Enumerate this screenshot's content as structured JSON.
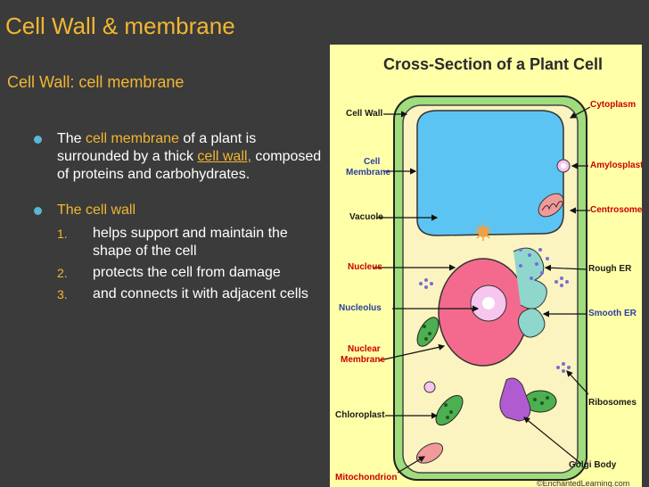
{
  "slide": {
    "title": "Cell Wall & membrane",
    "subtitle": "Cell Wall: cell membrane",
    "bullet1": {
      "pre": "The ",
      "hl1": "cell membrane",
      "mid": " of a plant is surrounded by a thick ",
      "hl2": "cell wall,",
      "post": " composed of proteins and carbohydrates."
    },
    "bullet2": {
      "head": "The cell wall",
      "items": [
        {
          "num": "1.",
          "text": "helps support and maintain the shape of the cell"
        },
        {
          "num": "2.",
          "text": "protects the cell from damage"
        },
        {
          "num": "3.",
          "text": " and connects it with adjacent cells"
        }
      ]
    }
  },
  "diagram": {
    "title": "Cross-Section of a Plant Cell",
    "labels": {
      "cell_wall": "Cell Wall",
      "cell_membrane_1": "Cell",
      "cell_membrane_2": "Membrane",
      "vacuole": "Vacuole",
      "nucleus": "Nucleus",
      "nucleolus": "Nucleolus",
      "nuclear_membrane_1": "Nuclear",
      "nuclear_membrane_2": "Membrane",
      "chloroplast": "Chloroplast",
      "mitochondrion": "Mitochondrion",
      "cytoplasm": "Cytoplasm",
      "amylosplast": "Amylosplast",
      "centrosome": "Centrosome",
      "rough_er": "Rough ER",
      "smooth_er": "Smooth ER",
      "ribosomes": "Ribosomes",
      "golgi_body": "Golgi Body"
    },
    "copyright": "©EnchantedLearning.com"
  },
  "colors": {
    "background": "#3b3b3b",
    "accent": "#f2b632",
    "bullet": "#5bb6d6",
    "diagram_bg": "#ffffa8",
    "red_label": "#cc0000",
    "blue_label": "#2a3fa0"
  }
}
